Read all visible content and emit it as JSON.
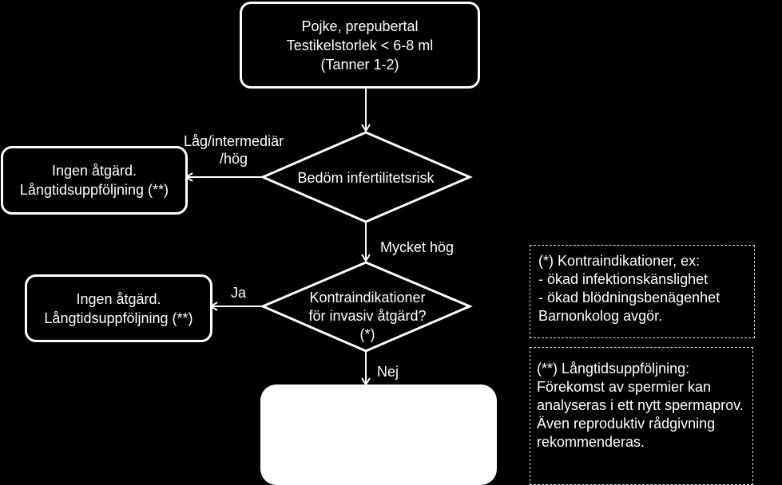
{
  "start": {
    "line1": "Pojke, prepubertal",
    "line2": "Testikelstorlek  < 6-8 ml",
    "line3": "(Tanner 1-2)"
  },
  "decision1": {
    "text": "Bedöm infertilitetsrisk"
  },
  "decision1_left_label": {
    "line1": "Låg/intermediär",
    "line2": "/hög"
  },
  "decision1_down_label": "Mycket hög",
  "outcome1": {
    "line1": "Ingen åtgärd.",
    "line2": "Långtidsuppföljning (**)"
  },
  "decision2": {
    "line1": "Kontraindikationer",
    "line2": "för invasiv åtgärd?",
    "line3": "(*)"
  },
  "decision2_left_label": "Ja",
  "decision2_down_label": "Nej",
  "outcome2": {
    "line1": "Ingen åtgärd.",
    "line2": "Långtidsuppföljning (**)"
  },
  "note1": {
    "lines": [
      "(*) Kontraindikationer, ex:",
      " - ökad infektionskänslighet",
      " - ökad blödningsbenägenhet",
      "Barnonkolog avgör."
    ]
  },
  "note2": {
    "lines": [
      "(**) Långtidsuppföljning:",
      "Förekomst av spermier kan",
      "analyseras i ett nytt spermaprov.",
      "Även reproduktiv rådgivning",
      "rekommenderas."
    ]
  },
  "colors": {
    "background": "#000000",
    "stroke": "#ffffff",
    "text": "#ffffff",
    "note_border": "#d9d9d9"
  }
}
